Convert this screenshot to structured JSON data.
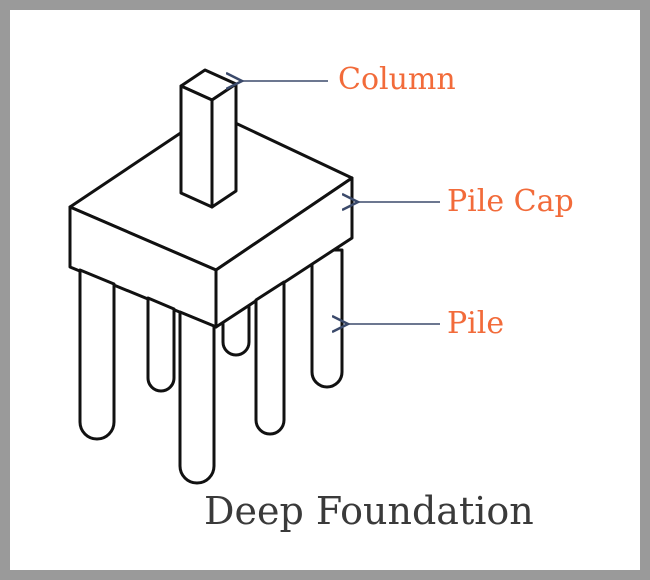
{
  "diagram": {
    "callouts": {
      "column": "Column",
      "pile_cap": "Pile Cap",
      "pile": "Pile"
    },
    "caption": "Deep Foundation"
  },
  "colors": {
    "label": "#f26b3a",
    "arrow": "#3b4a6b",
    "caption": "#3a3a3a",
    "frame": "#9a9a9a",
    "line": "#111111"
  }
}
